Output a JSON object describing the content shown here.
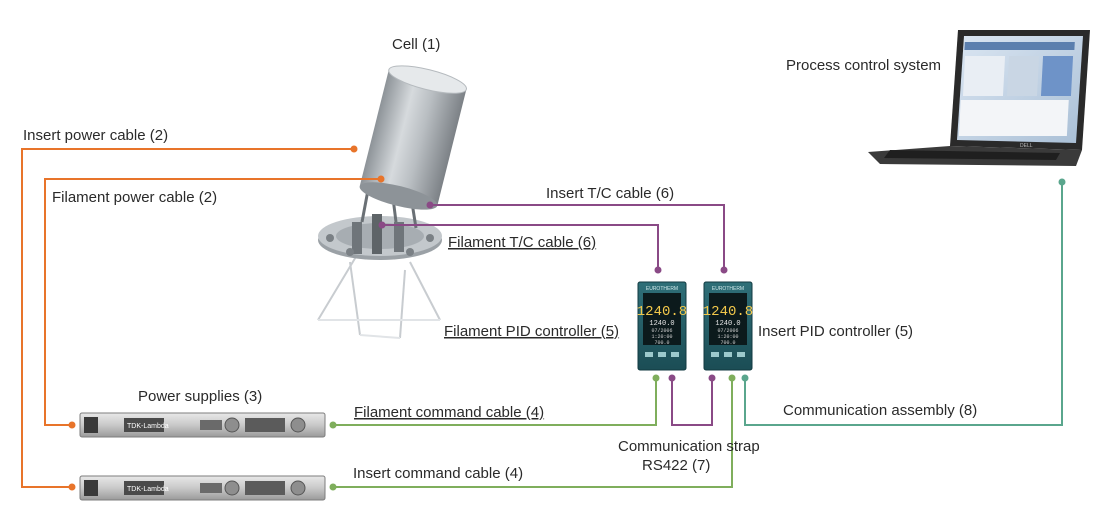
{
  "labels": {
    "cell": "Cell (1)",
    "process_control": "Process control system",
    "insert_power_cable": "Insert power cable (2)",
    "filament_power_cable": "Filament power cable (2)",
    "insert_tc_cable": "Insert T/C cable (6)",
    "filament_tc_cable": "Filament T/C cable (6)",
    "filament_pid": "Filament PID controller (5)",
    "insert_pid": "Insert PID controller (5)",
    "power_supplies": "Power supplies (3)",
    "filament_command_cable": "Filament command cable (4)",
    "communication_assembly": "Communication assembly (8)",
    "communication_strap_1": "Communication strap",
    "communication_strap_2": "RS422 (7)",
    "insert_command_cable": "Insert command cable (4)"
  },
  "controller": {
    "brand": "EUROTHERM",
    "pv": "1240.8",
    "sp": "1240.0",
    "line1": "07/2006",
    "line2": "1:20:00",
    "line3": "700.0"
  },
  "power_supply": {
    "brand": "TDK-Lambda"
  },
  "laptop": {
    "brand": "DELL"
  },
  "colors": {
    "power": "#e8742a",
    "thermocouple": "#8a4a86",
    "command": "#7fae5c",
    "communication": "#5aa68d"
  }
}
